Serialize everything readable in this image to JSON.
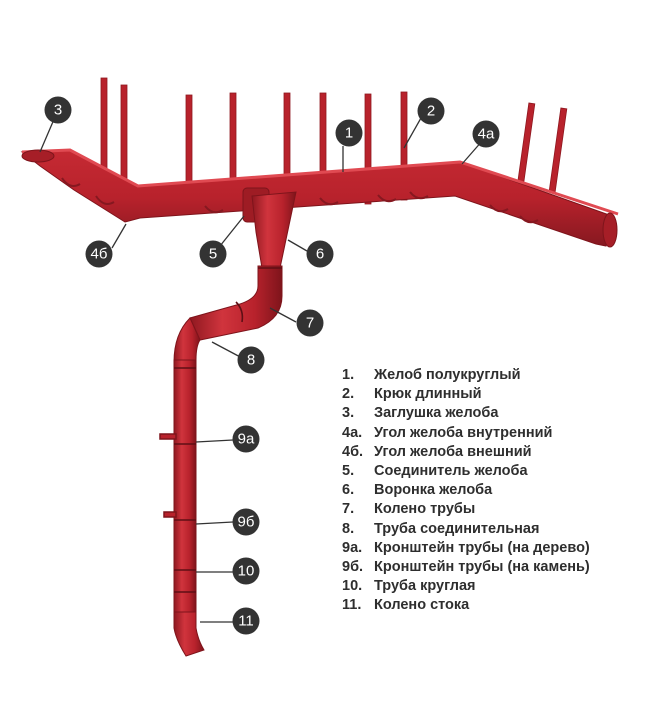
{
  "colors": {
    "metal": "#b8222c",
    "metal_dark": "#8f1820",
    "metal_light": "#d0343d",
    "callout": "#333333",
    "callout_text": "#ffffff",
    "leader": "#333333",
    "legend_text": "#2e2e2e"
  },
  "callouts": [
    {
      "id": "1",
      "label": "1"
    },
    {
      "id": "2",
      "label": "2"
    },
    {
      "id": "3",
      "label": "3"
    },
    {
      "id": "4a",
      "label": "4а"
    },
    {
      "id": "4b",
      "label": "4б"
    },
    {
      "id": "5",
      "label": "5"
    },
    {
      "id": "6",
      "label": "6"
    },
    {
      "id": "7",
      "label": "7"
    },
    {
      "id": "8",
      "label": "8"
    },
    {
      "id": "9a",
      "label": "9а"
    },
    {
      "id": "9b",
      "label": "9б"
    },
    {
      "id": "10",
      "label": "10"
    },
    {
      "id": "11",
      "label": "11"
    }
  ],
  "legend": [
    {
      "num": "1.",
      "text": "Желоб полукруглый"
    },
    {
      "num": "2.",
      "text": "Крюк длинный"
    },
    {
      "num": "3.",
      "text": "Заглушка желоба"
    },
    {
      "num": "4а.",
      "text": "Угол желоба внутренний"
    },
    {
      "num": "4б.",
      "text": "Угол желоба внешний"
    },
    {
      "num": "5.",
      "text": "Соединитель желоба"
    },
    {
      "num": "6.",
      "text": "Воронка желоба"
    },
    {
      "num": "7.",
      "text": "Колено трубы"
    },
    {
      "num": "8.",
      "text": "Труба соединительная"
    },
    {
      "num": "9а.",
      "text": "Кронштейн трубы (на дерево)"
    },
    {
      "num": "9б.",
      "text": "Кронштейн трубы (на камень)"
    },
    {
      "num": "10.",
      "text": "Труба круглая"
    },
    {
      "num": "11.",
      "text": "Колено стока"
    }
  ]
}
